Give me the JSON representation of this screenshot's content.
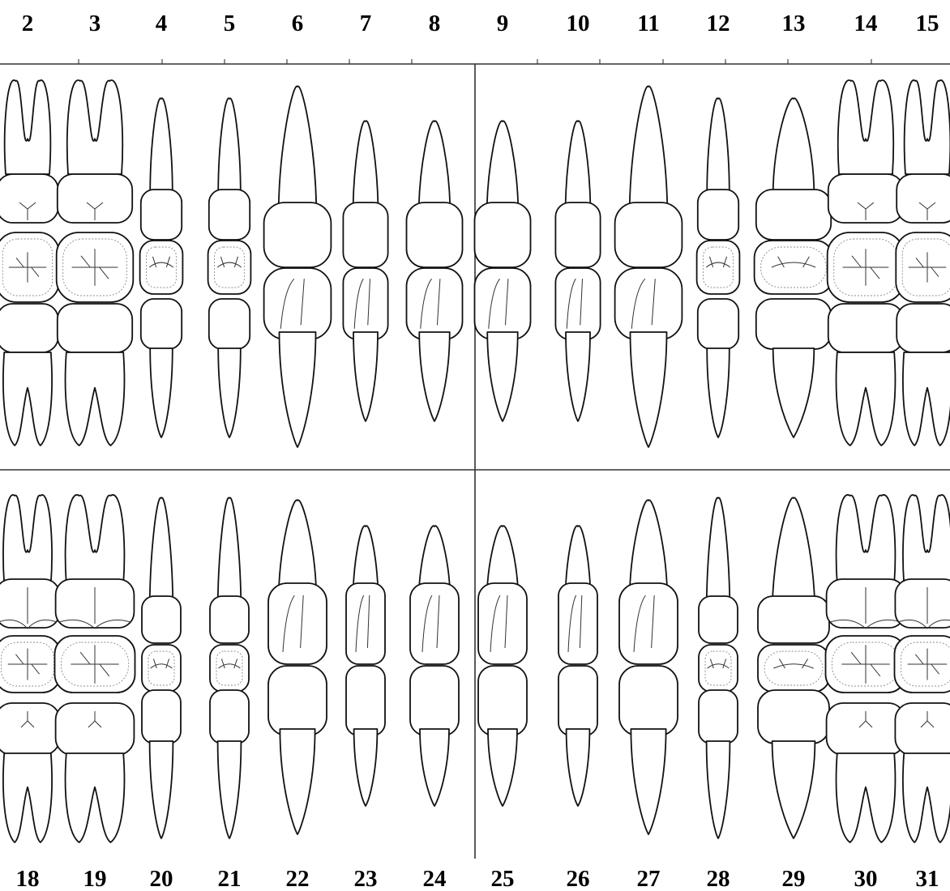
{
  "upper_numbers": [
    "2",
    "3",
    "4",
    "5",
    "6",
    "7",
    "8",
    "9",
    "10",
    "11",
    "12",
    "13",
    "14",
    "15"
  ],
  "lower_numbers": [
    "18",
    "19",
    "20",
    "21",
    "22",
    "23",
    "24",
    "25",
    "26",
    "27",
    "28",
    "29",
    "30",
    "31"
  ]
}
